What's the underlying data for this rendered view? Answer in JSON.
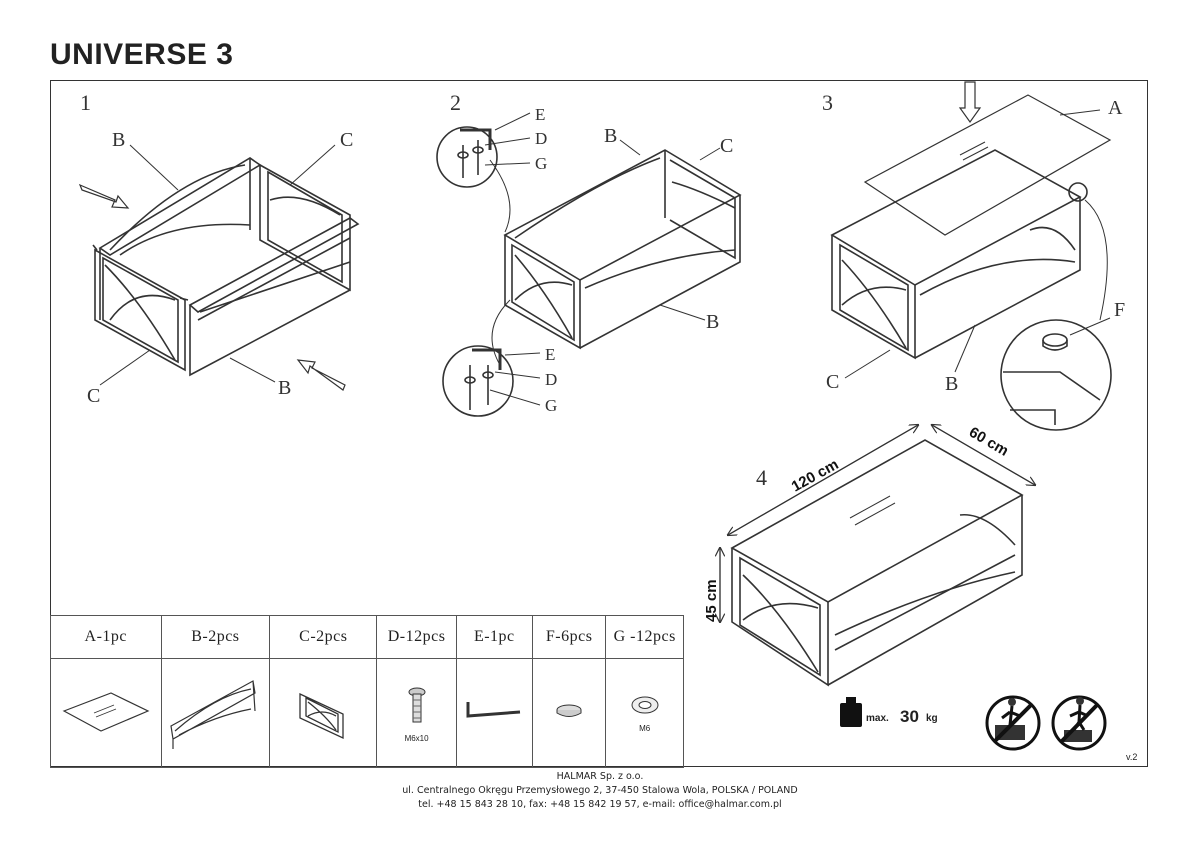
{
  "title": "UNIVERSE 3",
  "steps": [
    "1",
    "2",
    "3",
    "4"
  ],
  "step1": {
    "labels": {
      "b_top": "B",
      "c_top": "C",
      "c_bottom": "C",
      "b_bottom": "B"
    }
  },
  "step2": {
    "labels": {
      "e1": "E",
      "d1": "D",
      "g1": "G",
      "b_top": "B",
      "c_top": "C",
      "b_right": "B",
      "e2": "E",
      "d2": "D",
      "g2": "G"
    }
  },
  "step3": {
    "labels": {
      "a": "A",
      "f": "F",
      "c": "C",
      "b": "B"
    }
  },
  "step4": {
    "length": "120 cm",
    "width": "60 cm",
    "height": "45 cm"
  },
  "parts": [
    {
      "label": "A-1pc",
      "icon": "glass-top-icon",
      "note": ""
    },
    {
      "label": "B-2pcs",
      "icon": "long-frame-icon",
      "note": ""
    },
    {
      "label": "C-2pcs",
      "icon": "short-frame-icon",
      "note": ""
    },
    {
      "label": "D-12pcs",
      "icon": "bolt-icon",
      "note": "M6x10"
    },
    {
      "label": "E-1pc",
      "icon": "allen-key-icon",
      "note": ""
    },
    {
      "label": "F-6pcs",
      "icon": "pad-icon",
      "note": ""
    },
    {
      "label": "G -12pcs",
      "icon": "washer-icon",
      "note": "M6"
    }
  ],
  "max_load": {
    "prefix": "max.",
    "value": "30",
    "unit": "kg"
  },
  "warnings": [
    "no-standing-icon",
    "no-climbing-icon"
  ],
  "version": "v.2",
  "footer": {
    "company": "HALMAR Sp. z o.o.",
    "address": "ul. Centralnego Okręgu Przemysłowego 2, 37-450 Stalowa Wola, POLSKA / POLAND",
    "contact": "tel. +48 15 843 28 10, fax: +48 15 842 19 57, e-mail: office@halmar.com.pl"
  }
}
